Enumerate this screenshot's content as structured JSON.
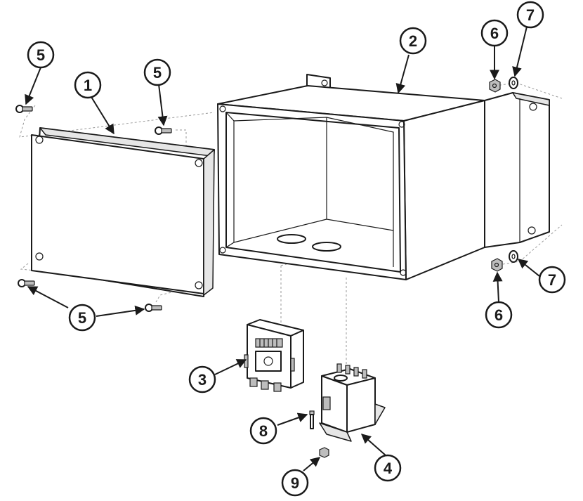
{
  "callouts": {
    "c1": "1",
    "c2": "2",
    "c3": "3",
    "c4": "4",
    "c5a": "5",
    "c5b": "5",
    "c5c": "5",
    "c6a": "6",
    "c6b": "6",
    "c7a": "7",
    "c7b": "7",
    "c8": "8",
    "c9": "9"
  },
  "colors": {
    "line": "#1a1a1a",
    "fill": "#ffffff",
    "shade": "#e6e6e6",
    "guide": "#9a9a9a"
  }
}
